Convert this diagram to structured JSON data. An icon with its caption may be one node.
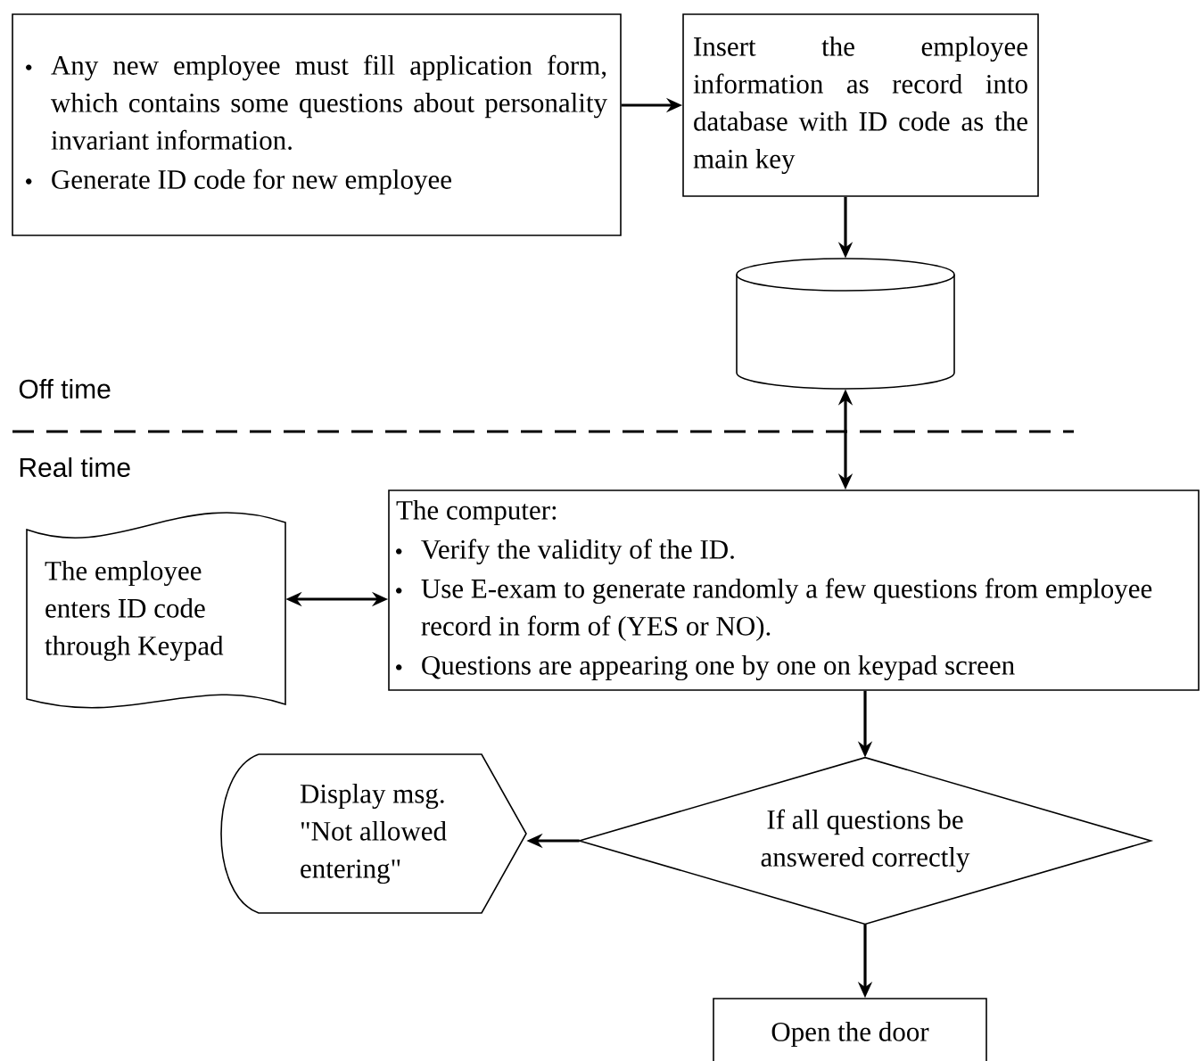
{
  "diagram": {
    "nodes": [
      {
        "text": [
          "Any new employee must fill application form, which contains some questions about personality invariant information.",
          "Generate ID code for new employee"
        ]
      },
      {
        "text": [
          "Insert the employee information as record into database with ID code as the main key"
        ]
      },
      {
        "text": [],
        "shape": "cylinder"
      },
      {
        "text": [
          "The computer:",
          "Verify the validity of the ID.",
          "Use E-exam to generate randomly a few questions from employee record in form of (YES or NO).",
          "Questions are appearing one by one on keypad screen"
        ]
      },
      {
        "text": [
          "The employee enters ID code through Keypad"
        ]
      },
      {
        "text": [
          "Display msg. \"Not allowed entering\""
        ]
      },
      {
        "text": [
          "If all questions be answered correctly"
        ]
      },
      {
        "text": [
          "Open the door"
        ]
      }
    ],
    "edges": [
      {
        "from": 0,
        "to": 1,
        "arrow": "to"
      },
      {
        "from": 1,
        "to": 2,
        "arrow": "to"
      },
      {
        "from": 2,
        "to": 3,
        "arrow": "both"
      },
      {
        "from": 4,
        "to": 3,
        "arrow": "both"
      },
      {
        "from": 3,
        "to": 6,
        "arrow": "to"
      },
      {
        "from": 6,
        "to": 5,
        "arrow": "to"
      },
      {
        "from": 6,
        "to": 7,
        "arrow": "to"
      }
    ],
    "labels": [
      "Off time",
      "Real time"
    ]
  }
}
